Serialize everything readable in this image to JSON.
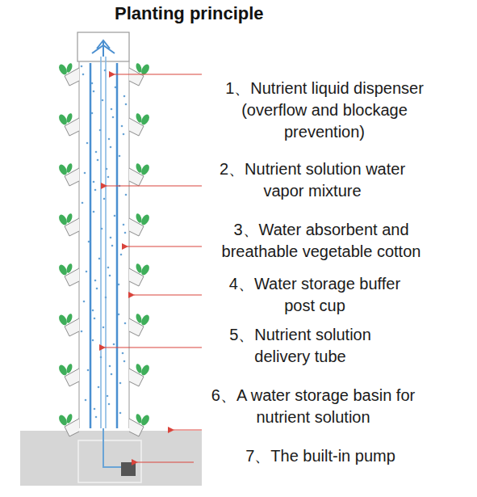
{
  "diagram": {
    "title": "Planting principle",
    "labels": [
      "1、Nutrient liquid dispenser (overflow and blockage prevention)",
      "2、Nutrient solution water vapor mixture",
      "3、Water absorbent and breathable vegetable cotton",
      "4、Water storage buffer post cup",
      "5、Nutrient solution delivery tube",
      "6、A water storage basin for nutrient solution",
      "7、The built-in pump"
    ]
  }
}
